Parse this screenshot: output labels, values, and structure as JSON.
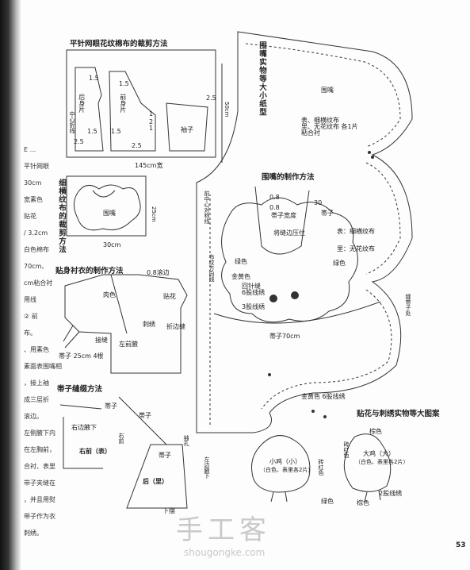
{
  "page_number": "53",
  "watermark": {
    "text": "手工客",
    "url": "shougongke.com"
  },
  "left_edge_lines": [
    "E ...",
    "平针网眼",
    "30cm",
    "宽素色",
    "贴花",
    "/ 3.2cm",
    "白色棉布",
    "70cm、",
    "cm粘合衬",
    "用线",
    "② 前",
    "布。",
    "、用素色",
    "素面表围嘴相",
    "，接上袖",
    "成三层折",
    "滚边。",
    "左侧腋下内",
    "在左胸前，",
    "合衬、表里",
    "带子夹缝在",
    "，并且用熨",
    "带子作为衣",
    "刺绣。"
  ],
  "section1": {
    "title": "平针网眼花纹棉布的裁剪方法",
    "back_label": "后身片",
    "front_label": "前身片",
    "sleeve_label": "袖子",
    "center_fold": "中心折线",
    "dims": [
      "1.5",
      "1.5",
      "1.5",
      "2.5",
      "1.5",
      "1",
      "2.5",
      "2",
      "1",
      "2.5",
      "50cm",
      "145cm宽"
    ]
  },
  "section2": {
    "title": "细横纹布的裁剪方法",
    "bib_label": "围嘴",
    "height": "25cm",
    "width": "30cm"
  },
  "section3": {
    "title": "贴身衬衣的制作方法",
    "labels": [
      "0.8滚边",
      "肉色",
      "贴花",
      "刺绣",
      "折边缝",
      "接缝",
      "左前腋",
      "帯子 25cm 4根"
    ]
  },
  "section4": {
    "title": "帯子缝缀方法",
    "labels": [
      "帯子",
      "右边腋下",
      "右前",
      "帯子",
      "右前（表）",
      "袖孔",
      "帯子",
      "左边腋下",
      "后（里）",
      "下摆"
    ]
  },
  "bib_pattern": {
    "title": "围嘴实物等大小纸型",
    "label": "围嘴",
    "note1": "表、细横纹布",
    "note2": "里、无花纹布 各1片",
    "note3": "粘合衬",
    "front_center": "前中心对称线",
    "grain": "布纹方向线",
    "sew_mark": "缝带子处"
  },
  "bib_making": {
    "title": "围嘴的制作方法",
    "labels": [
      "0.8",
      "30",
      "帯子",
      "帯子宽度",
      "将缝边压住",
      "0.8",
      "表：细横纹布",
      "里：无花纹布",
      "绿色",
      "金黄色",
      "回针缝",
      "6股线绣",
      "3股线绣",
      "绿色",
      "帯子70cm",
      "金黄色 6股线绣"
    ]
  },
  "chicks": {
    "title": "贴花与刺绣实物等大图案",
    "small_name": "小鸡（小）",
    "small_note": "（白色、表里各2片）",
    "big_name": "大鸡（大）",
    "big_note": "（白色、表里各2片）",
    "labels": [
      "砖红色",
      "棕色",
      "砖红色",
      "绿色",
      "棕色",
      "2股线绣"
    ]
  }
}
